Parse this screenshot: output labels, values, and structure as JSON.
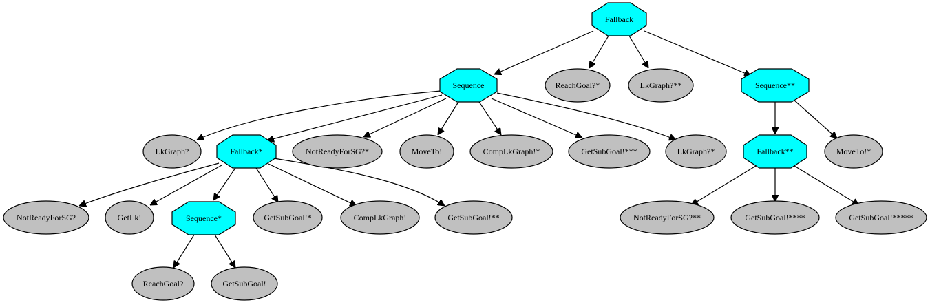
{
  "nodes": {
    "fallback_root": "Fallback",
    "sequence": "Sequence",
    "reachgoal_star": "ReachGoal?*",
    "lkgraph_2star": "LkGraph?**",
    "sequence_2star": "Sequence**",
    "lkgraph_q": "LkGraph?",
    "fallback_star": "Fallback*",
    "notready_star": "NotReadyForSG?*",
    "moveto": "MoveTo!",
    "complkgraph_star": "CompLkGraph!*",
    "getsubgoal_3star": "GetSubGoal!***",
    "lkgraph_star": "LkGraph?*",
    "fallback_2star": "Fallback**",
    "moveto_star": "MoveTo!*",
    "notready_q": "NotReadyForSG?",
    "getlk": "GetLk!",
    "sequence_star": "Sequence*",
    "getsubgoal_star": "GetSubGoal!*",
    "complkgraph": "CompLkGraph!",
    "getsubgoal_2star": "GetSubGoal!**",
    "reachgoal_q": "ReachGoal?",
    "getsubgoal": "GetSubGoal!",
    "notready_2star": "NotReadyForSG?**",
    "getsubgoal_4star": "GetSubGoal!****",
    "getsubgoal_5star": "GetSubGoal!*****"
  },
  "colors": {
    "control_node": "#00ffff",
    "leaf_node": "#c0c0c0"
  }
}
